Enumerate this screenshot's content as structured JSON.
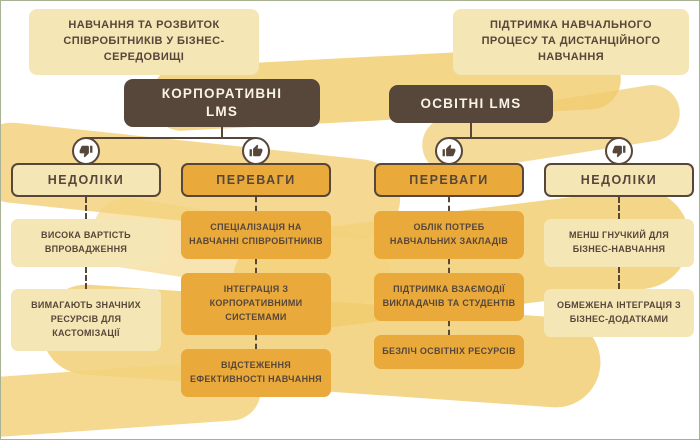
{
  "colors": {
    "dark_brown": "#57463A",
    "gold": "#E9AA3B",
    "cream": "#F5E6B6",
    "highlight_yellow": "#F3D27C",
    "background": "#FFFFFF"
  },
  "notes": {
    "left": "НАВЧАННЯ ТА РОЗВИТОК СПІВРОБІТНИКІВ У БІЗНЕС-СЕРЕДОВИЩІ",
    "right": "ПІДТРИМКА НАВЧАЛЬНОГО ПРОЦЕСУ ТА ДИСТАНЦІЙНОГО НАВЧАННЯ"
  },
  "branches": {
    "left": {
      "title": "КОРПОРАТИВНІ LMS",
      "cons": {
        "label": "НЕДОЛІКИ",
        "icon": "thumbs-down-icon",
        "items": [
          "ВИСОКА ВАРТІСТЬ ВПРОВАДЖЕННЯ",
          "ВИМАГАЮТЬ ЗНАЧНИХ РЕСУРСІВ ДЛЯ КАСТОМІЗАЦІЇ"
        ]
      },
      "pros": {
        "label": "ПЕРЕВАГИ",
        "icon": "thumbs-up-icon",
        "items": [
          "СПЕЦІАЛІЗАЦІЯ НА НАВЧАННІ СПІВРОБІТНИКІВ",
          "ІНТЕГРАЦІЯ З КОРПОРАТИВНИМИ СИСТЕМАМИ",
          "ВІДСТЕЖЕННЯ ЕФЕКТИВНОСТІ НАВЧАННЯ"
        ]
      }
    },
    "right": {
      "title": "ОСВІТНІ LMS",
      "pros": {
        "label": "ПЕРЕВАГИ",
        "icon": "thumbs-up-icon",
        "items": [
          "ОБЛІК ПОТРЕБ НАВЧАЛЬНИХ ЗАКЛАДІВ",
          "ПІДТРИМКА ВЗАЄМОДІЇ ВИКЛАДАЧІВ ТА СТУДЕНТІВ",
          "БЕЗЛІЧ ОСВІТНІХ РЕСУРСІВ"
        ]
      },
      "cons": {
        "label": "НЕДОЛІКИ",
        "icon": "thumbs-down-icon",
        "items": [
          "МЕНШ ГНУЧКИЙ ДЛЯ БІЗНЕС-НАВЧАННЯ",
          "ОБМЕЖЕНА ІНТЕГРАЦІЯ З БІЗНЕС-ДОДАТКАМИ"
        ]
      }
    }
  }
}
